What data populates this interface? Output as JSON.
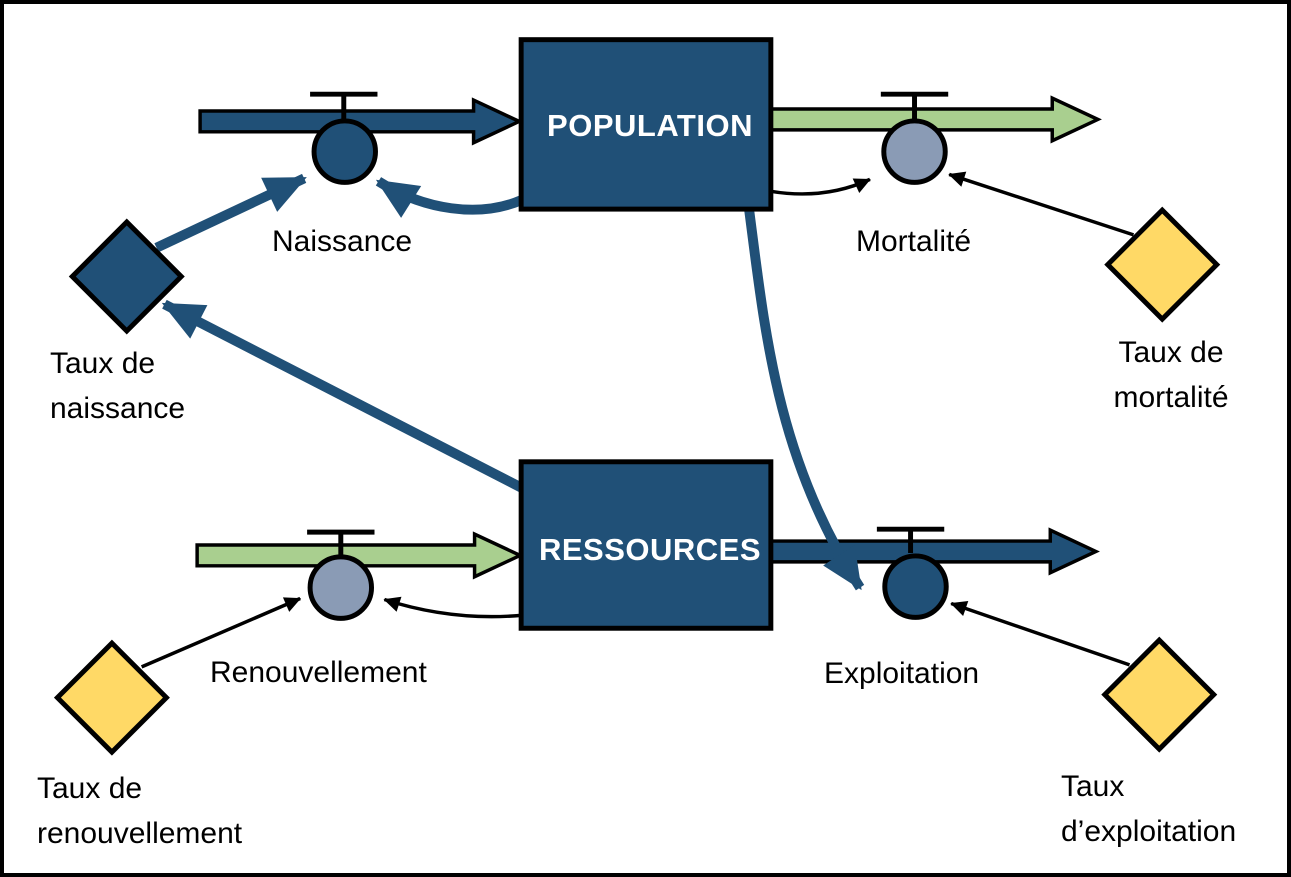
{
  "stocks": [
    {
      "name": "population",
      "label": "POPULATION"
    },
    {
      "name": "ressources",
      "label": "RESSOURCES"
    }
  ],
  "flows": [
    {
      "name": "naissance",
      "label": "Naissance"
    },
    {
      "name": "mortalite",
      "label": "Mortalité"
    },
    {
      "name": "renouvellement",
      "label": "Renouvellement"
    },
    {
      "name": "exploitation",
      "label": "Exploitation"
    }
  ],
  "parameters": [
    {
      "name": "taux_naissance",
      "line1": "Taux de",
      "line2": "naissance"
    },
    {
      "name": "taux_mortalite",
      "line1": "Taux de",
      "line2": "mortalité"
    },
    {
      "name": "taux_renouvellement",
      "line1": "Taux de",
      "line2": "renouvellement"
    },
    {
      "name": "taux_exploitation",
      "line1": "Taux",
      "line2": "d’exploitation"
    }
  ],
  "colors": {
    "dark_blue": "#205077",
    "blue_gray": "#8A9BB5",
    "green": "#A9CF8F",
    "yellow": "#FFD966",
    "outline": "#000000",
    "background": "#FFFFFF"
  }
}
